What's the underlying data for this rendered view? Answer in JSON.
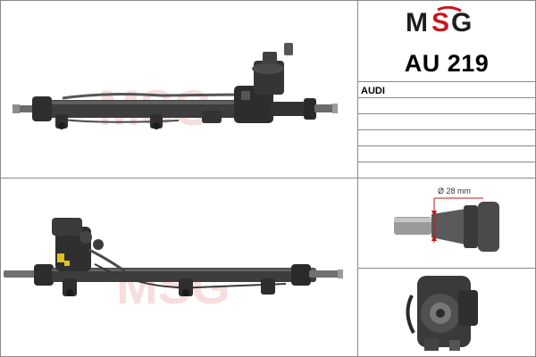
{
  "brand": {
    "name": "MSG",
    "colors": {
      "primary": "#c8161d",
      "dark": "#1e1e1e",
      "watermark": "#e8a0a3"
    }
  },
  "product": {
    "code": "AU 219",
    "make": "AUDI",
    "dimension_label": "Ø 28 mm"
  },
  "images": {
    "top": "steering-rack-top-view",
    "bottom": "steering-rack-side-view",
    "shaft_detail": "shaft-end-detail",
    "pinion_detail": "pinion-valve-detail"
  }
}
